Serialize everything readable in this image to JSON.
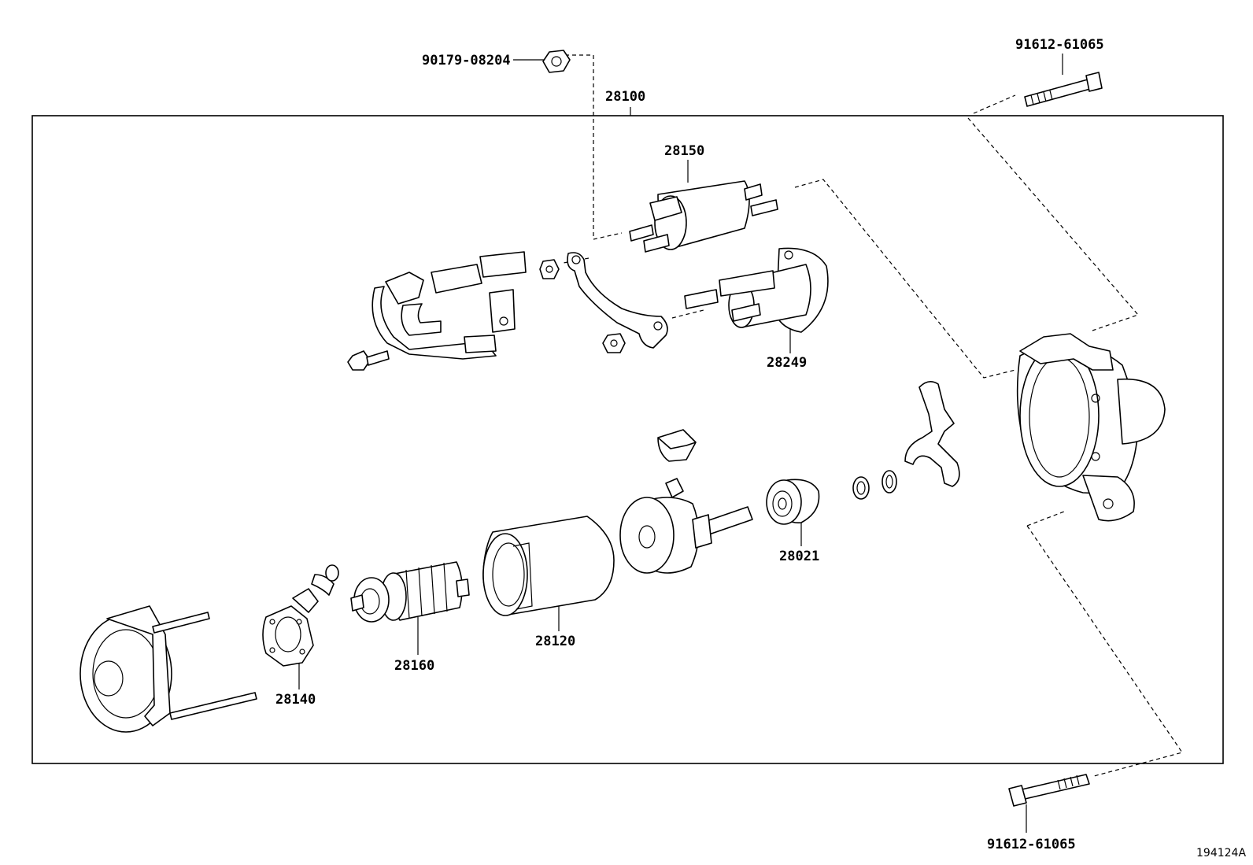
{
  "diagram_id": "194124A",
  "assembly": {
    "part_no": "28100"
  },
  "parts": {
    "bolt_top": "91612-61065",
    "bolt_bottom": "91612-61065",
    "nut": "90179-08204",
    "magnetic_switch": "28150",
    "switch_assy": "28249",
    "pinion_clutch": "28021",
    "yoke": "28120",
    "armature": "28160",
    "brush_holder": "28140"
  }
}
